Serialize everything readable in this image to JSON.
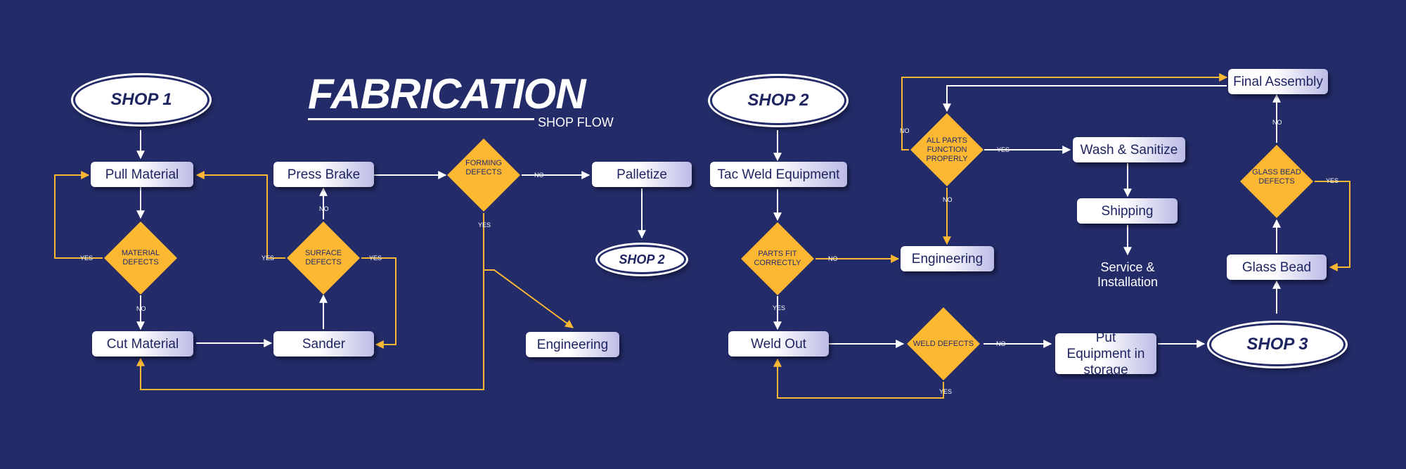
{
  "title": "FABRICATION",
  "subtitle": "SHOP FLOW",
  "colors": {
    "background": "#232b69",
    "decision": "#fcb832",
    "process": "#ffffff",
    "text_dark": "#1e2560",
    "yes_path": "#fcb832",
    "no_path": "#ffffff"
  },
  "terminals": {
    "shop1": "SHOP 1",
    "shop2_start": "SHOP 2",
    "shop2_end": "SHOP 2",
    "shop3": "SHOP 3"
  },
  "processes": {
    "pull_material": "Pull Material",
    "cut_material": "Cut Material",
    "press_brake": "Press Brake",
    "sander": "Sander",
    "palletize": "Palletize",
    "engineering_1": "Engineering",
    "tac_weld": "Tac Weld Equipment",
    "engineering_2": "Engineering",
    "weld_out": "Weld Out",
    "put_equipment": "Put Equipment in storage",
    "wash_sanitize": "Wash & Sanitize",
    "shipping": "Shipping",
    "service_installation": "Service & Installation",
    "final_assembly": "Final Assembly",
    "glass_bead": "Glass Bead"
  },
  "decisions": {
    "material_defects": "MATERIAL DEFECTS",
    "surface_defects": "SURFACE DEFECTS",
    "forming_defects": "FORMING DEFECTS",
    "parts_fit": "PARTS FIT CORRECTLY",
    "weld_defects": "WELD DEFECTS",
    "all_parts_function": "ALL PARTS FUNCTION PROPERLY",
    "glass_bead_defects": "GLASS BEAD DEFECTS"
  },
  "edge_labels": {
    "yes": "YES",
    "no": "NO"
  }
}
